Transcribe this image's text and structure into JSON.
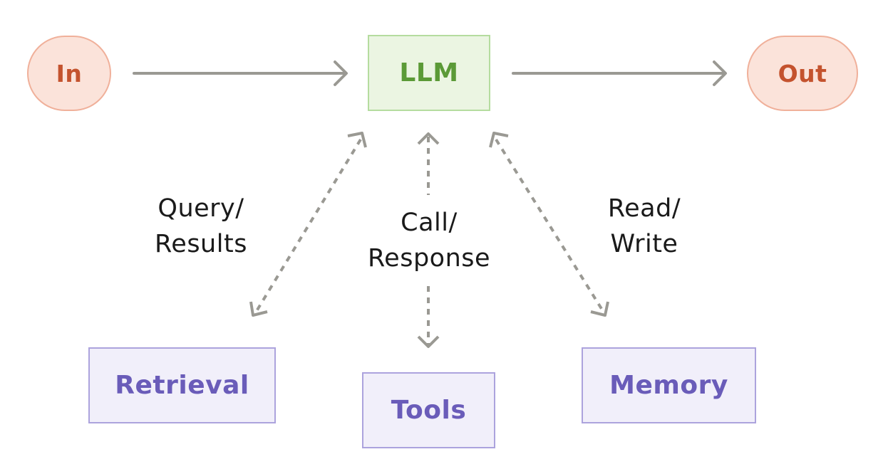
{
  "colors": {
    "arrow": "#9a9993",
    "terminal_fill": "#fbe3da",
    "terminal_border": "#f0b09a",
    "terminal_text": "#c4532e",
    "llm_fill": "#ebf5e2",
    "llm_border": "#b5dc9f",
    "llm_text": "#5b9a37",
    "component_fill": "#f1effa",
    "component_border": "#aca3dd",
    "component_text": "#6a5cb9"
  },
  "nodes": {
    "input": "In",
    "llm": "LLM",
    "output": "Out",
    "retrieval": "Retrieval",
    "tools": "Tools",
    "memory": "Memory"
  },
  "edges": {
    "query_results": {
      "line1": "Query/",
      "line2": "Results"
    },
    "call_response": {
      "line1": "Call/",
      "line2": "Response"
    },
    "read_write": {
      "line1": "Read/",
      "line2": "Write"
    }
  }
}
